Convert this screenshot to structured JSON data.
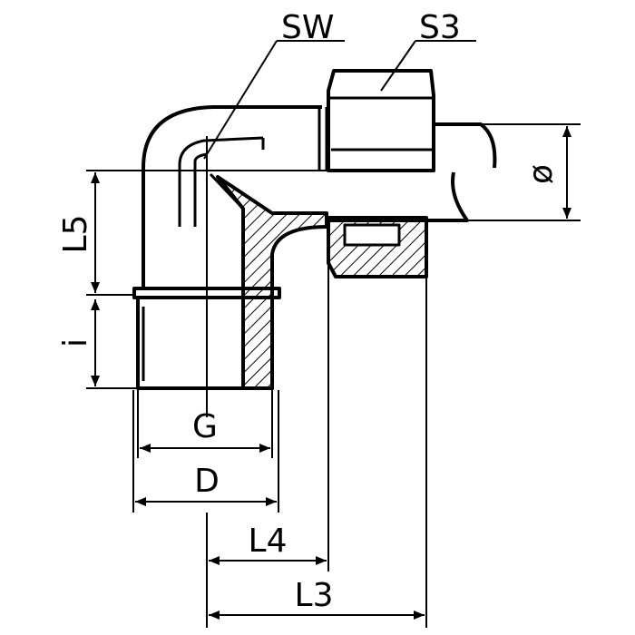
{
  "drawing": {
    "title": "Elbow union fitting dimension drawing",
    "labels": {
      "sw": "SW",
      "s3": "S3",
      "diameter": "ø",
      "l5": "L5",
      "i": "i",
      "g": "G",
      "d": "D",
      "l4": "L4",
      "l3": "L3"
    },
    "colors": {
      "line": "#000000",
      "background": "#ffffff"
    }
  }
}
